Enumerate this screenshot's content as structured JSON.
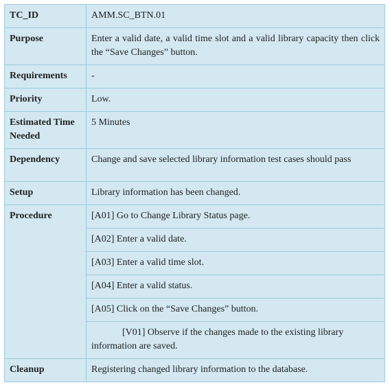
{
  "rows": {
    "tc_id": {
      "label": "TC_ID",
      "value": "AMM.SC_BTN.01"
    },
    "purpose": {
      "label": "Purpose",
      "value": "Enter a valid date, a valid time slot and a valid library capacity then click the “Save Changes” button."
    },
    "requirements": {
      "label": "Requirements",
      "value": "-"
    },
    "priority": {
      "label": "Priority",
      "value": "Low."
    },
    "estimated_time": {
      "label": "Estimated Time Needed",
      "value": "5 Minutes"
    },
    "dependency": {
      "label": "Dependency",
      "value": "Change and save selected  library information test cases should pass"
    },
    "setup": {
      "label": "Setup",
      "value": "Library information has been changed."
    },
    "procedure": {
      "label": "Procedure",
      "steps": [
        "[A01] Go to Change Library Status page.",
        "[A02] Enter a valid date.",
        "[A03] Enter a valid time slot.",
        "[A04] Enter a valid status.",
        "[A05] Click on the “Save Changes” button.",
        "[V01] Observe if the changes made to the existing library information are saved."
      ]
    },
    "cleanup": {
      "label": "Cleanup",
      "value": "Registering changed library information to the database."
    }
  }
}
